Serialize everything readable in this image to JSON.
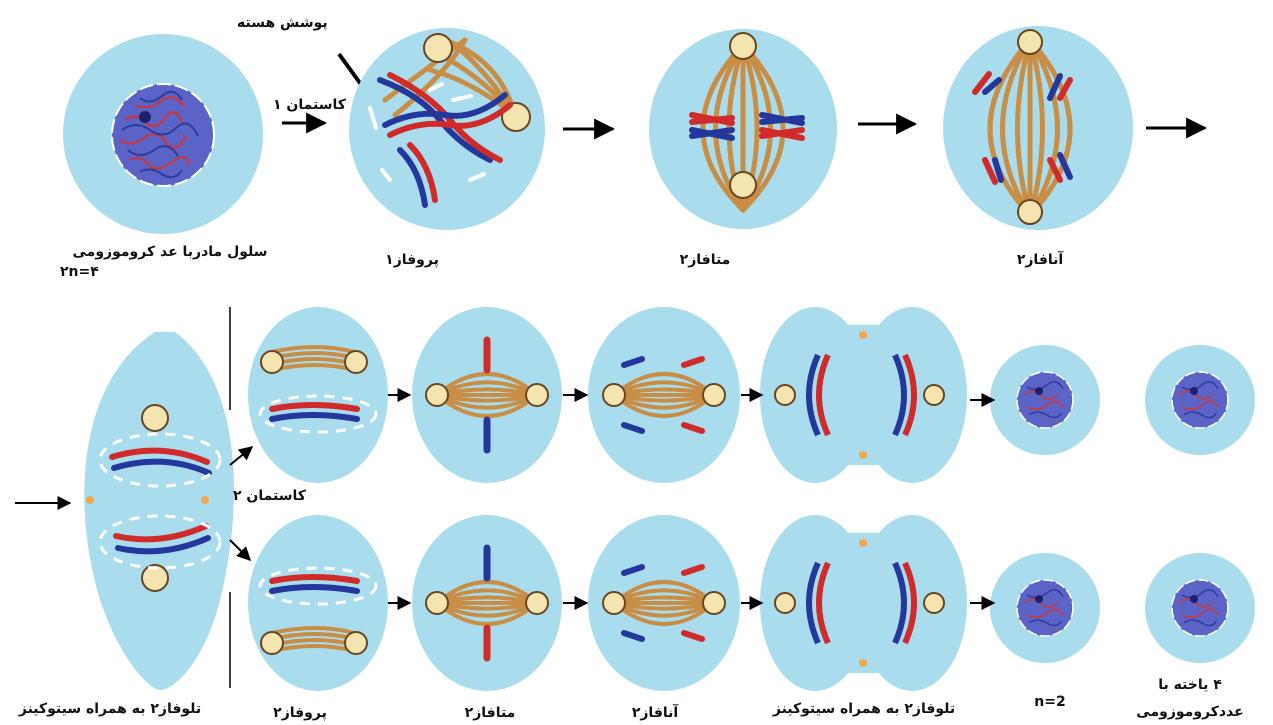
{
  "labels": {
    "nuclear_envelope": "پوشش هسته",
    "meiosis1": "کاستمان ۱",
    "meiosis2": "کاستمان ۲",
    "mother_cell_line1": "سلول مادربا عد کروموزومی",
    "mother_cell_line2": "۲n=۴",
    "prophase1": "پروفاز۱",
    "metaphase2_top": "متافاز۲",
    "anaphase2_top": "آنافاز۲",
    "telophase2_left": "تلوفاز۲ به همراه سیتوکینز",
    "prophase2": "پروفاز۲",
    "metaphase2": "متافاز۲",
    "anaphase2": "آنافاز۲",
    "telophase2": "تلوفاز۲ به همراه سیتوکینز",
    "haploid": "n=2",
    "four_cells_line1": "۴ یاخته با",
    "four_cells_line2": "عددکروموزومی"
  },
  "colors": {
    "cytoplasm": "#a9dcec",
    "cytoplasm_edge": "#8fcde2",
    "nucleus": "#5b63c6",
    "chromatin_red": "#d13434",
    "chromatin_blue": "#2b3e9e",
    "spindle": "#c98e45",
    "spindle_edge": "#6b4420",
    "centrosome": "#f4e4b0",
    "maternal_chromosome": "#d12a2a",
    "paternal_chromosome": "#24379c",
    "envelope_fragment": "#ffffff",
    "arrow": "#000000",
    "cleavage_dot": "#f2a94a"
  }
}
